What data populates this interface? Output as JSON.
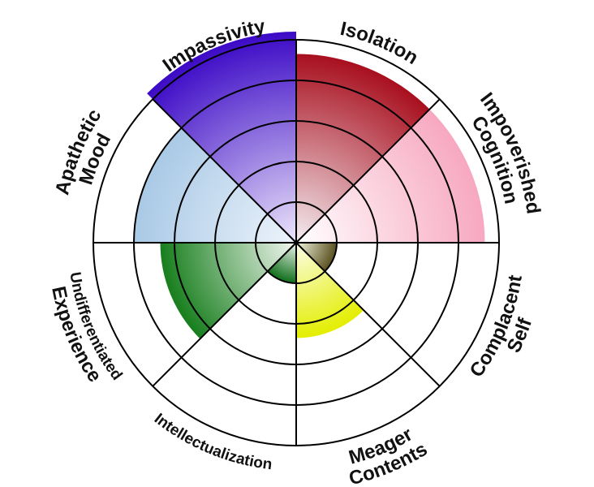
{
  "chart_data": {
    "type": "polar_area",
    "rmax": 5,
    "grid": true,
    "categories": [
      {
        "label": [
          "Isolation"
        ],
        "value": 4.65,
        "colors": [
          "#f4eef2",
          "#a80f1e"
        ]
      },
      {
        "label": [
          "Impoverished",
          "Cognition"
        ],
        "value": 4.65,
        "colors": [
          "#ffffff",
          "#f7a8c0"
        ]
      },
      {
        "label": [
          "Complacent",
          "Self"
        ],
        "value": 1.0,
        "colors": [
          "#f4f8e0",
          "#5a5020"
        ]
      },
      {
        "label": [
          "Meager",
          "Contents"
        ],
        "value": 2.35,
        "colors": [
          "#fbfde8",
          "#e4ee00"
        ]
      },
      {
        "label": [
          "Intellectualization"
        ],
        "value": 1.0,
        "colors": [
          "#f2f7f0",
          "#0f6e1a"
        ]
      },
      {
        "label": [
          "Undifferentiated",
          "Experience"
        ],
        "value": 3.35,
        "colors": [
          "#f2f7f0",
          "#177e1d"
        ]
      },
      {
        "label": [
          "Apathetic",
          "Mood"
        ],
        "value": 4.0,
        "colors": [
          "#eef4fb",
          "#a9c9e6"
        ]
      },
      {
        "label": [
          "Impassivity"
        ],
        "value": 5.2,
        "colors": [
          "#ece6fa",
          "#3c0ac6"
        ]
      }
    ]
  }
}
